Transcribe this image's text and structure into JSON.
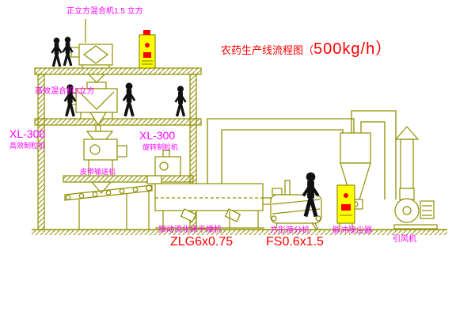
{
  "title": {
    "prefix": "农药生产线流程图（",
    "capacity": "500kg/h",
    "suffix": "）"
  },
  "labels": {
    "cube_mixer": "正立方混合机1.5 立方",
    "high_eff_mixer": "高效混合机3立方",
    "granulator_left_model": "XL-300",
    "granulator_left_name": "高效制粒机",
    "granulator_mid_model": "XL-300",
    "granulator_mid_name": "旋转制粒机",
    "belt_conveyor": "皮带输送机",
    "dryer_name": "振动流化床干燥机",
    "dryer_model": "ZLG6x0.75",
    "sifter_name": "方形筛分机",
    "sifter_model": "FS0.6x1.5",
    "dust_collector": "脉冲除尘器",
    "fan": "引风机"
  },
  "colors": {
    "line": "#8f8f00",
    "label": "#ff00ff",
    "value": "#ff0000",
    "cabinet_fill": "#ffff00",
    "figure": "#111111",
    "background": "#ffffff"
  }
}
